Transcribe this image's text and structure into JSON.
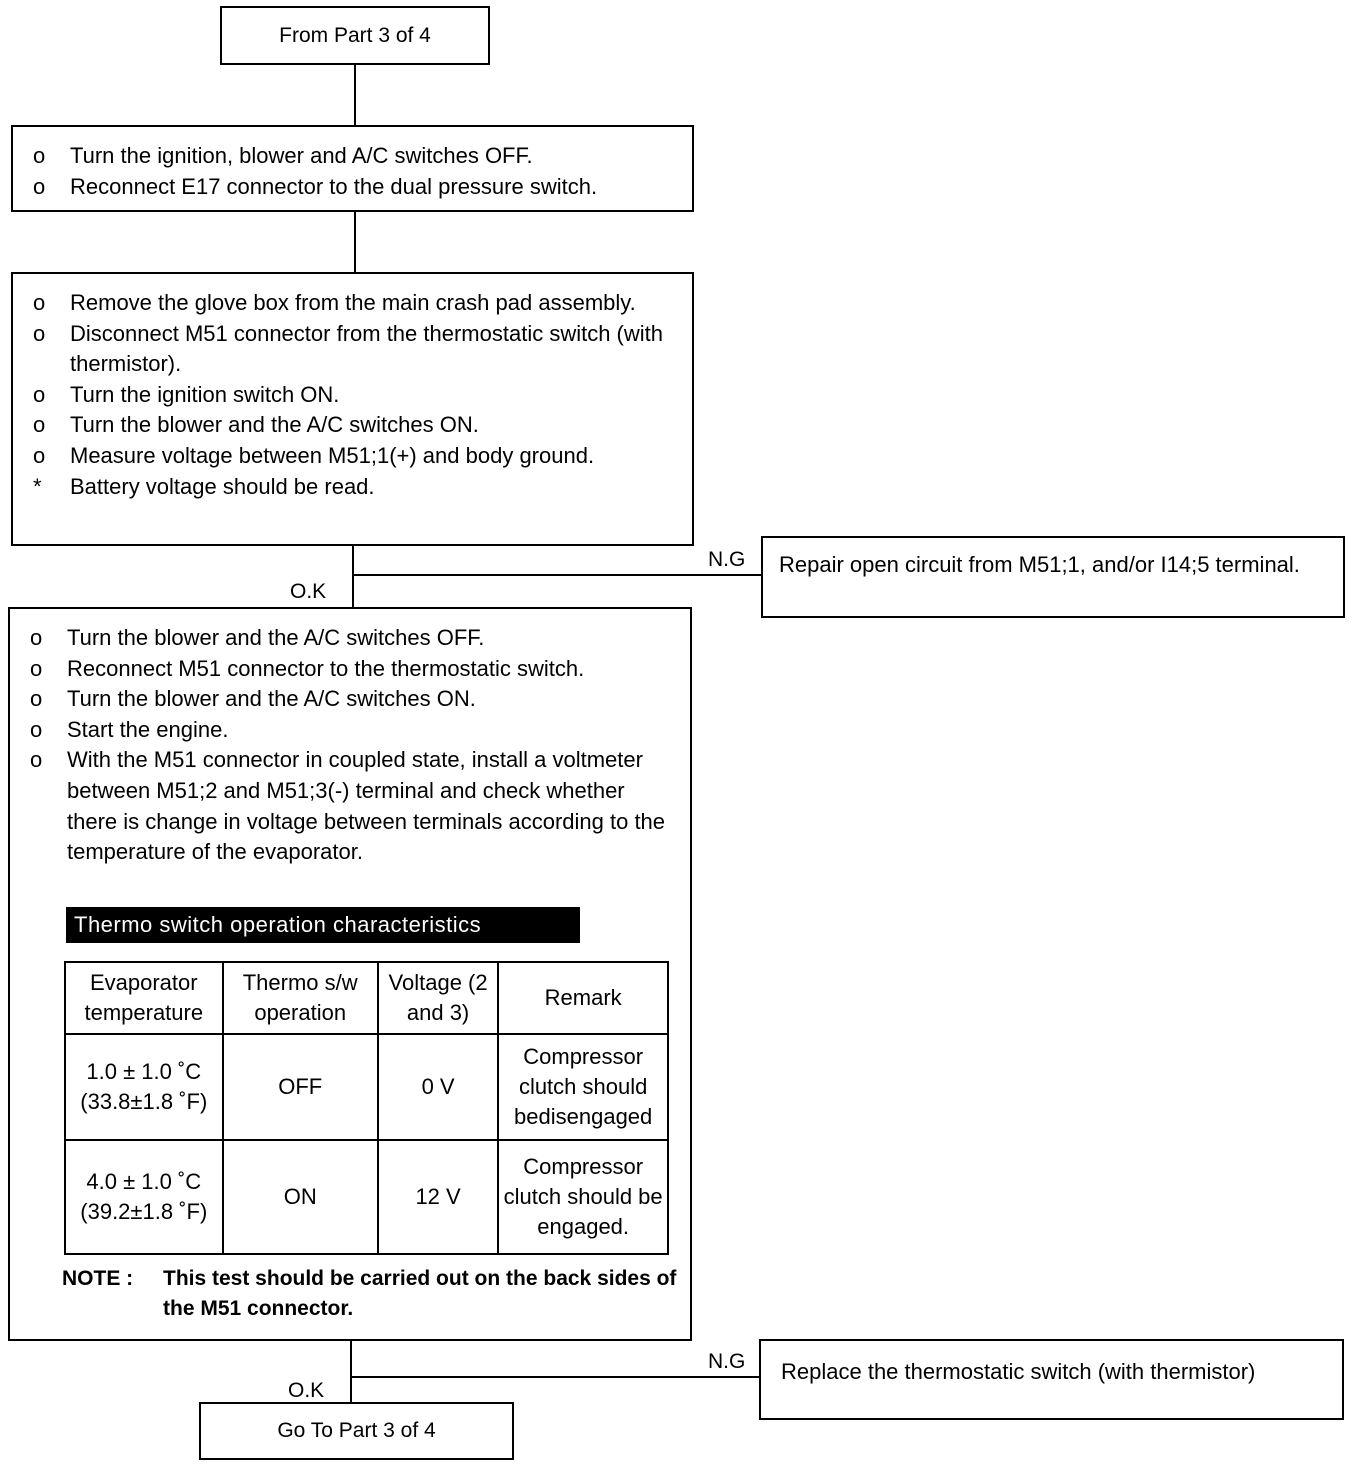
{
  "start_box": {
    "text": "From Part 3 of 4"
  },
  "step1": {
    "items": [
      {
        "marker": "o",
        "text": "Turn the ignition, blower and A/C switches OFF."
      },
      {
        "marker": "o",
        "text": "Reconnect E17 connector to the dual pressure switch."
      }
    ]
  },
  "step2": {
    "items": [
      {
        "marker": "o",
        "text": "Remove the glove box from the main crash pad assembly."
      },
      {
        "marker": "o",
        "text": "Disconnect M51 connector from the thermostatic switch (with thermistor)."
      },
      {
        "marker": "o",
        "text": "Turn the ignition switch ON."
      },
      {
        "marker": "o",
        "text": "Turn the blower and the A/C switches ON."
      },
      {
        "marker": "o",
        "text": "Measure voltage between M51;1(+) and body ground."
      },
      {
        "marker": "*",
        "text": "Battery voltage should be read."
      }
    ]
  },
  "branch1": {
    "ok_label": "O.K",
    "ng_label": "N.G",
    "ng_box_text": "Repair open circuit from M51;1, and/or I14;5 terminal."
  },
  "step3": {
    "items": [
      {
        "marker": "o",
        "text": "Turn the blower and the A/C switches OFF."
      },
      {
        "marker": "o",
        "text": "Reconnect M51 connector to the thermostatic switch."
      },
      {
        "marker": "o",
        "text": "Turn the blower and the A/C switches ON."
      },
      {
        "marker": "o",
        "text": "Start the engine."
      },
      {
        "marker": "o",
        "text": "With the M51 connector in coupled state, install a voltmeter between M51;2 and M51;3(-) terminal and check whether there is change in voltage between terminals according to the temperature of the evaporator."
      }
    ],
    "table_title": "Thermo switch operation characteristics",
    "table": {
      "headers": [
        "Evaporator temperature",
        "Thermo s/w operation",
        "Voltage (2 and 3)",
        "Remark"
      ],
      "rows": [
        [
          "1.0 ± 1.0 ˚C (33.8±1.8 ˚F)",
          "OFF",
          "0 V",
          "Compressor clutch should bedisengaged"
        ],
        [
          "4.0 ± 1.0 ˚C (39.2±1.8 ˚F)",
          "ON",
          "12 V",
          "Compressor clutch should be engaged."
        ]
      ]
    },
    "note_label": "NOTE :",
    "note_text": "This test should be carried out on the back sides of the M51 connector."
  },
  "branch2": {
    "ok_label": "O.K",
    "ng_label": "N.G",
    "ng_box_text": "Replace the thermostatic switch (with thermistor)"
  },
  "end_box": {
    "text": "Go To Part 3 of 4"
  }
}
